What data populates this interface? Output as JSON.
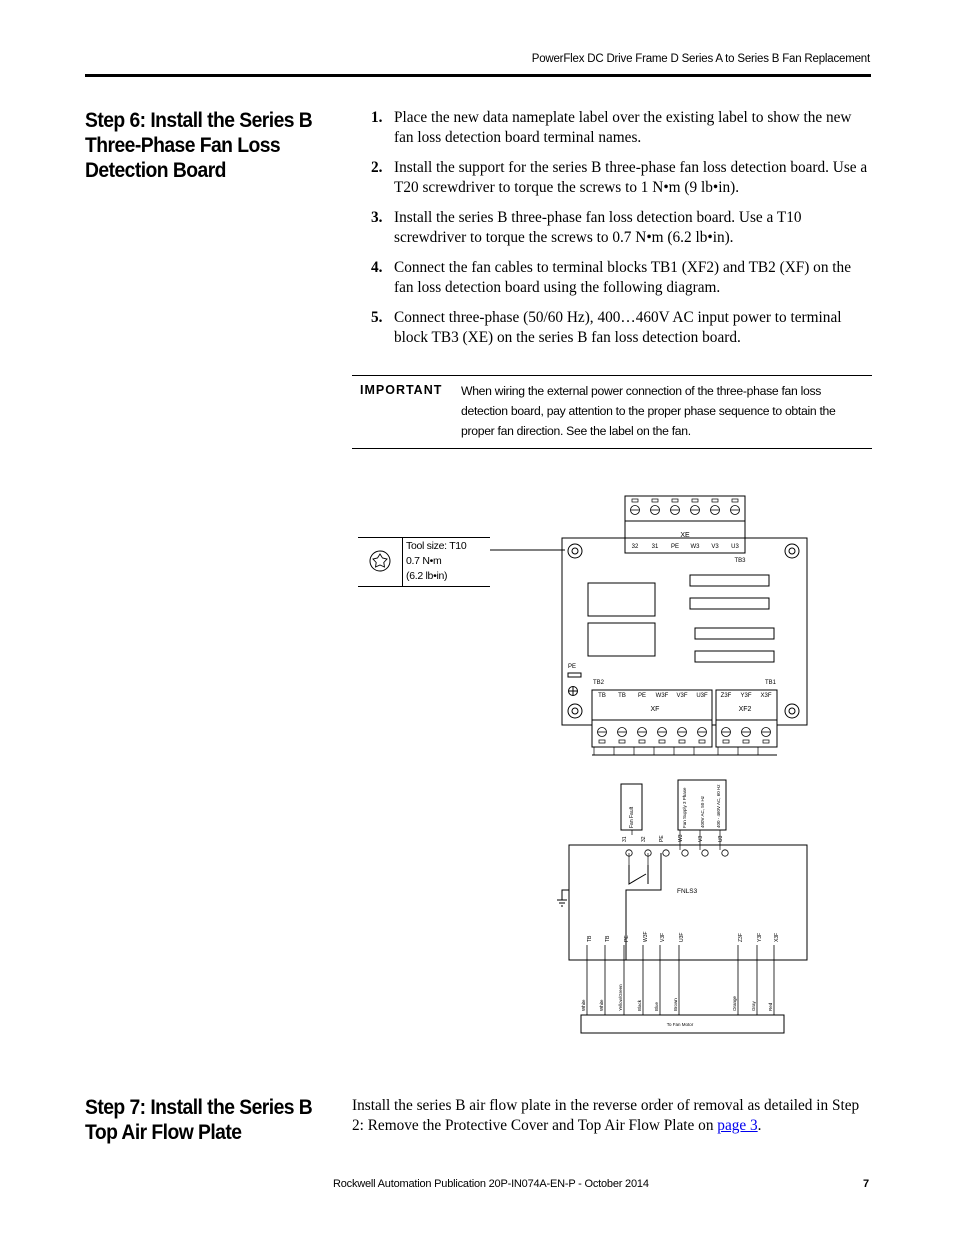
{
  "header": {
    "title": "PowerFlex DC Drive Frame D Series A to Series B Fan Replacement"
  },
  "step6": {
    "heading": [
      "Step 6:  Install the Series B",
      "Three-Phase Fan Loss",
      "Detection Board"
    ],
    "items": [
      {
        "num": "1.",
        "text": "Place the new data nameplate label over the existing label to show the new fan loss detection board terminal names."
      },
      {
        "num": "2.",
        "text": "Install the support for the series B three-phase fan loss detection board. Use a T20 screwdriver to torque the screws to 1 N•m (9 lb•in)."
      },
      {
        "num": "3.",
        "text": "Install the series B three-phase fan loss detection board. Use a T10 screwdriver to torque the screws to 0.7 N•m (6.2 lb•in)."
      },
      {
        "num": "4.",
        "text": "Connect the fan cables to terminal blocks TB1 (XF2) and TB2 (XF) on the  fan loss detection board using the following diagram."
      },
      {
        "num": "5.",
        "text": "Connect three-phase (50/60 Hz), 400…460V AC input power to terminal block TB3 (XE) on the series B fan loss detection board."
      }
    ],
    "important": {
      "label": "IMPORTANT",
      "text": "When wiring the external power connection of the three-phase fan loss detection board, pay attention to the proper phase sequence to obtain the proper fan direction. See the label on the fan."
    }
  },
  "diagram": {
    "tool": [
      "Tool size: T10",
      "0.7 N•m",
      "(6.2 lb•in)"
    ],
    "board": {
      "xe": "XE",
      "xe_terms": [
        "32",
        "31",
        "PE",
        "W3",
        "V3",
        "U3"
      ],
      "tb3": "TB3",
      "pe": "PE",
      "tb2": "TB2",
      "tb1": "TB1",
      "xf_terms": [
        "TB",
        "TB",
        "PE",
        "W3F",
        "V3F",
        "U3F"
      ],
      "xf": "XF",
      "xf2_terms": [
        "Z3F",
        "Y3F",
        "X3F"
      ],
      "xf2": "XF2"
    },
    "schematic": {
      "fan_fault": "Fan Fault",
      "fan_supply": [
        "Fan Supply 3 Phase",
        "400V AC, 50 Hz",
        "400 - 460V AC, 60 Hz"
      ],
      "top_terms": [
        "31",
        "32",
        "PE",
        "W3",
        "V3",
        "U3"
      ],
      "fnls": "FNLS3",
      "bottom_terms": [
        "TB",
        "TB",
        "PE",
        "W3F",
        "V3F",
        "U3F",
        "Z3F",
        "Y3F",
        "X3F"
      ],
      "wires": [
        "White",
        "White",
        "Yellow/Green",
        "Black",
        "Blue",
        "Brown",
        "Orange",
        "Gray",
        "Red"
      ],
      "motor": "To Fan Motor"
    }
  },
  "step7": {
    "heading": [
      "Step 7:  Install the Series B",
      "Top Air Flow Plate"
    ],
    "text_before": "Install the series B air flow plate in the reverse order of removal as detailed in Step 2: Remove the Protective Cover and Top Air Flow Plate on ",
    "link": "page 3",
    "text_after": "."
  },
  "footer": {
    "publication": "Rockwell Automation Publication 20P-IN074A-EN-P - October 2014",
    "page": "7"
  }
}
